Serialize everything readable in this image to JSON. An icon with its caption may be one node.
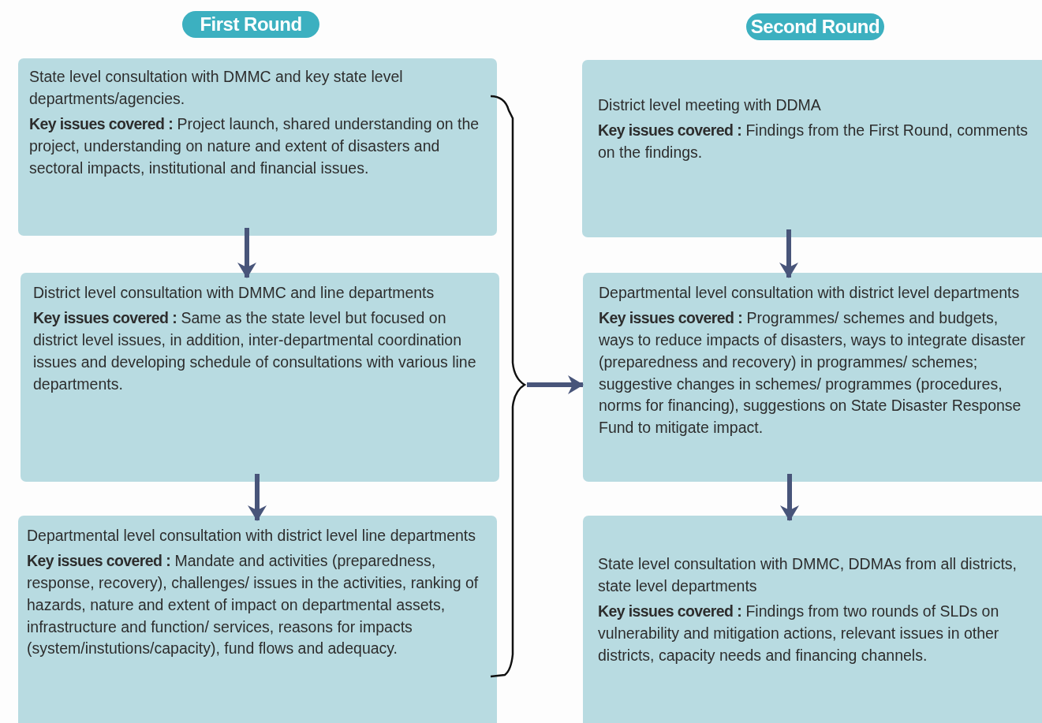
{
  "diagram": {
    "nodes": [
      {
        "text": [
          "First Round"
        ]
      },
      {
        "text": [
          "Second Round"
        ]
      },
      {
        "text": [
          "State level consultation with DMMC and key state level departments/agencies.",
          "**Key issues covered :** Project launch, shared understanding on the project, understanding on nature and extent of disasters and sectoral impacts, institutional and financial issues."
        ]
      },
      {
        "text": [
          "District level consultation with DMMC and line departments",
          "**Key issues covered :** Same as the state level but focused on district level issues, in addition, inter-departmental coordination issues and developing schedule of consultations with various line departments."
        ]
      },
      {
        "text": [
          "Departmental level consultation with district level line departments",
          "**Key issues covered :** Mandate and activities (preparedness, response, recovery), challenges/ issues in the activities, ranking of hazards, nature and extent of impact on departmental assets, infrastructure and function/ services, reasons for impacts (system/instutions/capacity), fund flows and adequacy."
        ]
      },
      {
        "text": [
          "District level meeting with DDMA",
          "**Key issues covered :** Findings from the First Round, comments on the findings."
        ]
      },
      {
        "text": [
          "Departmental level consultation with district level departments",
          "**Key issues covered :** Programmes/ schemes and budgets, ways to reduce impacts of disasters, ways to integrate disaster (preparedness and recovery) in programmes/ schemes; suggestive changes in schemes/ programmes (procedures, norms for financing), suggestions on State Disaster Response Fund to mitigate impact."
        ]
      },
      {
        "text": [
          "State level consultation with DMMC, DDMAs from all districts, state level departments",
          "**Key issues covered :** Findings from two rounds of SLDs on vulnerability and mitigation actions, relevant issues in other districts, capacity needs and financing channels."
        ]
      },
      {
        "text": [],
        "shape": "bracket"
      }
    ],
    "edges": [
      {
        "from": 2,
        "to": 3,
        "arrow": "to"
      },
      {
        "from": 3,
        "to": 4,
        "arrow": "to"
      },
      {
        "from": 8,
        "to": 6,
        "arrow": "to"
      },
      {
        "from": 5,
        "to": 6,
        "arrow": "to"
      },
      {
        "from": 6,
        "to": 7,
        "arrow": "to"
      }
    ]
  }
}
